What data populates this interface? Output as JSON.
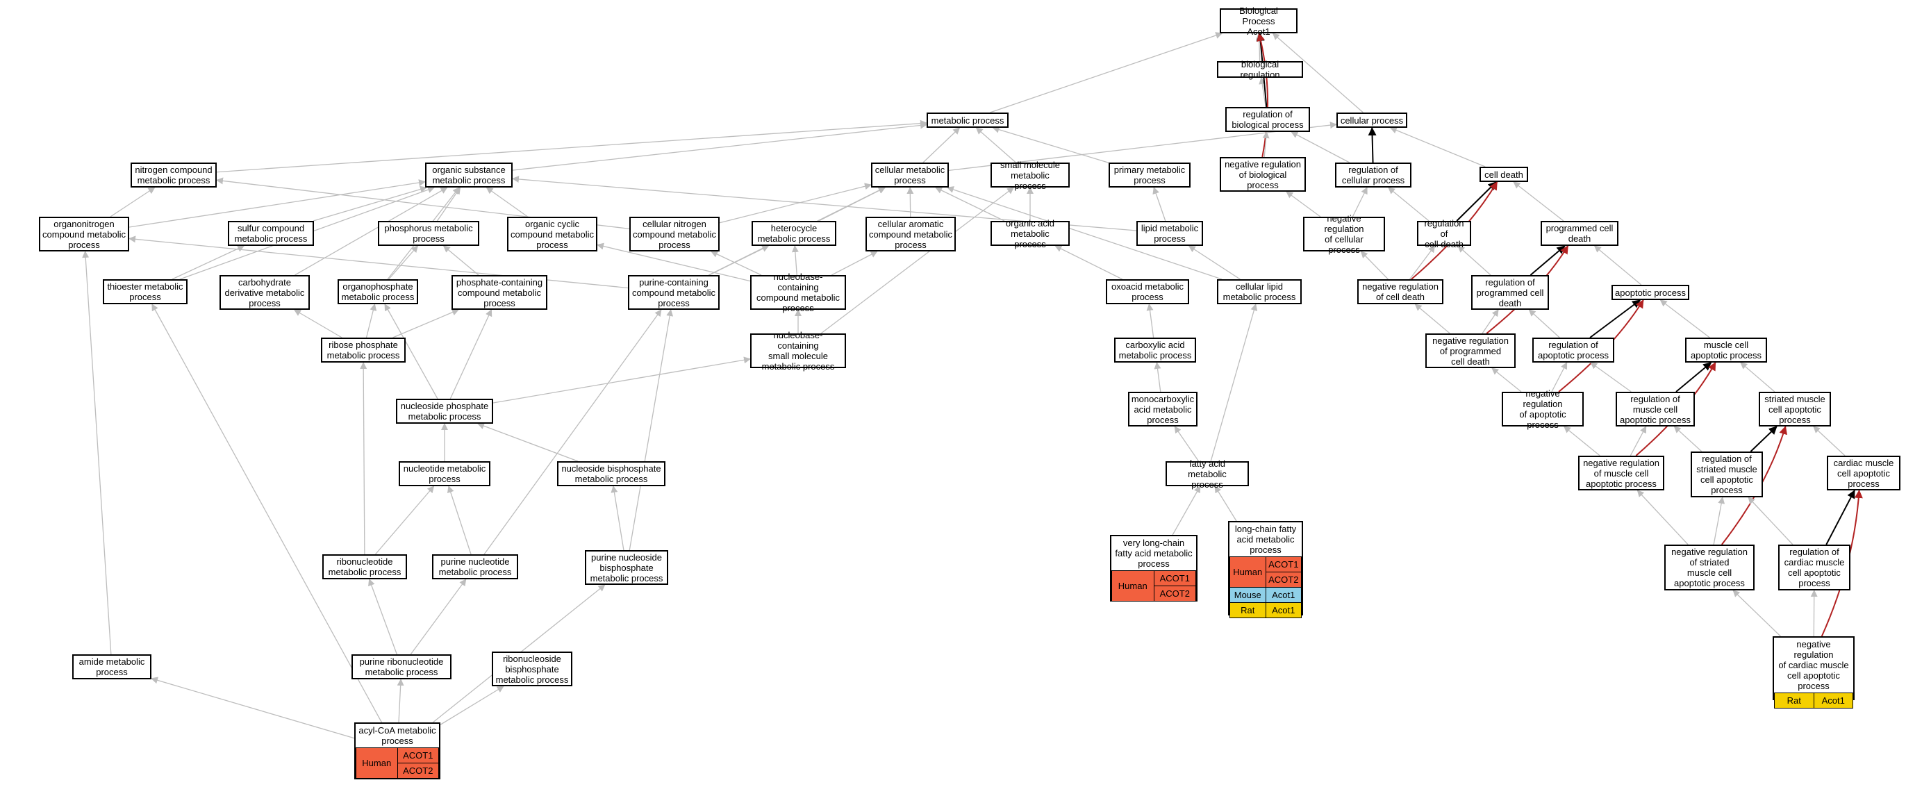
{
  "colors": {
    "edge": "#bdbdbd",
    "edge_dark": "#000000",
    "edge_red": "#b22222",
    "Human": "#f2603e",
    "Mouse": "#8fd0e8",
    "Rat": "#f5d000"
  },
  "nodes": [
    {
      "id": "bp",
      "label": "Biological Process\nAcot1"
    },
    {
      "id": "bioreg",
      "label": "biological regulation"
    },
    {
      "id": "regbio",
      "label": "regulation of\nbiological process"
    },
    {
      "id": "cellproc",
      "label": "cellular process"
    },
    {
      "id": "metab",
      "label": "metabolic process"
    },
    {
      "id": "negbio",
      "label": "negative regulation\nof biological\nprocess"
    },
    {
      "id": "regcell",
      "label": "regulation of\ncellular process"
    },
    {
      "id": "celldeath",
      "label": "cell death"
    },
    {
      "id": "nitro",
      "label": "nitrogen compound\nmetabolic process"
    },
    {
      "id": "orgsub",
      "label": "organic substance\nmetabolic process"
    },
    {
      "id": "cellmet",
      "label": "cellular metabolic\nprocess"
    },
    {
      "id": "smallmol",
      "label": "small molecule\nmetabolic process"
    },
    {
      "id": "primary",
      "label": "primary metabolic\nprocess"
    },
    {
      "id": "negcell",
      "label": "negative regulation\nof cellular\nprocess"
    },
    {
      "id": "regcd",
      "label": "regulation of\ncell death"
    },
    {
      "id": "pcd",
      "label": "programmed cell\ndeath"
    },
    {
      "id": "orgnitro",
      "label": "organonitrogen\ncompound metabolic\nprocess"
    },
    {
      "id": "sulfur",
      "label": "sulfur compound\nmetabolic process"
    },
    {
      "id": "phosph",
      "label": "phosphorus metabolic\nprocess"
    },
    {
      "id": "orgcyc",
      "label": "organic cyclic\ncompound metabolic\nprocess"
    },
    {
      "id": "cellnitro",
      "label": "cellular nitrogen\ncompound metabolic\nprocess"
    },
    {
      "id": "hetero",
      "label": "heterocycle\nmetabolic process"
    },
    {
      "id": "cellarom",
      "label": "cellular aromatic\ncompound metabolic\nprocess"
    },
    {
      "id": "orgacid",
      "label": "organic acid\nmetabolic process"
    },
    {
      "id": "lipid",
      "label": "lipid metabolic\nprocess"
    },
    {
      "id": "negcd",
      "label": "negative regulation\nof cell death"
    },
    {
      "id": "regpcd",
      "label": "regulation of\nprogrammed cell\ndeath"
    },
    {
      "id": "apop",
      "label": "apoptotic process"
    },
    {
      "id": "thioester",
      "label": "thioester metabolic\nprocess"
    },
    {
      "id": "carbo",
      "label": "carbohydrate\nderivative metabolic\nprocess"
    },
    {
      "id": "organoP",
      "label": "organophosphate\nmetabolic process"
    },
    {
      "id": "phoscont",
      "label": "phosphate-containing\ncompound metabolic\nprocess"
    },
    {
      "id": "purinecont",
      "label": "purine-containing\ncompound metabolic\nprocess"
    },
    {
      "id": "nbcomp",
      "label": "nucleobase-containing\ncompound metabolic\nprocess"
    },
    {
      "id": "oxo",
      "label": "oxoacid metabolic\nprocess"
    },
    {
      "id": "celllipid",
      "label": "cellular lipid\nmetabolic process"
    },
    {
      "id": "negpcd",
      "label": "negative regulation\nof programmed\ncell death"
    },
    {
      "id": "regapop",
      "label": "regulation of\napoptotic process"
    },
    {
      "id": "mcap",
      "label": "muscle cell\napoptotic process"
    },
    {
      "id": "ribP",
      "label": "ribose phosphate\nmetabolic process"
    },
    {
      "id": "nbsmall",
      "label": "nucleobase-containing\nsmall molecule\nmetabolic process"
    },
    {
      "id": "carbox",
      "label": "carboxylic acid\nmetabolic process"
    },
    {
      "id": "negapop",
      "label": "negative regulation\nof apoptotic\nprocess"
    },
    {
      "id": "regmcap",
      "label": "regulation of\nmuscle cell\napoptotic process"
    },
    {
      "id": "smcap",
      "label": "striated muscle\ncell apoptotic\nprocess"
    },
    {
      "id": "nucP",
      "label": "nucleoside phosphate\nmetabolic process"
    },
    {
      "id": "monocarb",
      "label": "monocarboxylic\nacid metabolic\nprocess"
    },
    {
      "id": "negmcap",
      "label": "negative regulation\nof muscle cell\napoptotic process"
    },
    {
      "id": "regsmcap",
      "label": "regulation of\nstriated muscle\ncell apoptotic\nprocess"
    },
    {
      "id": "cmcap",
      "label": "cardiac muscle\ncell apoptotic\nprocess"
    },
    {
      "id": "nucleotide",
      "label": "nucleotide metabolic\nprocess"
    },
    {
      "id": "nucbis",
      "label": "nucleoside bisphosphate\nmetabolic process"
    },
    {
      "id": "fatty",
      "label": "fatty acid metabolic\nprocess"
    },
    {
      "id": "ribonuc",
      "label": "ribonucleotide\nmetabolic process"
    },
    {
      "id": "purinenuc",
      "label": "purine nucleotide\nmetabolic process"
    },
    {
      "id": "purinenucbis",
      "label": "purine nucleoside\nbisphosphate\nmetabolic process"
    },
    {
      "id": "negsmcap",
      "label": "negative regulation\nof striated\nmuscle cell\napoptotic process"
    },
    {
      "id": "regcmcap",
      "label": "regulation of\ncardiac muscle\ncell apoptotic\nprocess"
    },
    {
      "id": "amide",
      "label": "amide metabolic\nprocess"
    },
    {
      "id": "purineribo",
      "label": "purine ribonucleotide\nmetabolic process"
    },
    {
      "id": "ribonucbis",
      "label": "ribonucleoside\nbisphosphate\nmetabolic process"
    },
    {
      "id": "vlcfa",
      "label": "very long-chain\nfatty acid metabolic\nprocess",
      "groups": [
        {
          "species": "Human",
          "genes": [
            "ACOT1",
            "ACOT2"
          ]
        }
      ]
    },
    {
      "id": "lcfa",
      "label": "long-chain fatty\nacid metabolic\nprocess",
      "groups": [
        {
          "species": "Human",
          "genes": [
            "ACOT1",
            "ACOT2"
          ]
        },
        {
          "species": "Mouse",
          "genes": [
            "Acot1"
          ]
        },
        {
          "species": "Rat",
          "genes": [
            "Acot1"
          ]
        }
      ]
    },
    {
      "id": "acyl",
      "label": "acyl-CoA metabolic\nprocess",
      "groups": [
        {
          "species": "Human",
          "genes": [
            "ACOT1",
            "ACOT2"
          ]
        }
      ]
    },
    {
      "id": "negcmcap",
      "label": "negative regulation\nof cardiac muscle\ncell apoptotic\nprocess",
      "groups": [
        {
          "species": "Rat",
          "genes": [
            "Acot1"
          ]
        }
      ]
    }
  ],
  "edges": [
    [
      "bioreg",
      "bp",
      "g"
    ],
    [
      "regbio",
      "bioreg",
      "g"
    ],
    [
      "regbio",
      "bp",
      "k"
    ],
    [
      "cellproc",
      "bp",
      "g"
    ],
    [
      "metab",
      "bp",
      "g"
    ],
    [
      "negbio",
      "bp",
      "r"
    ],
    [
      "negbio",
      "regbio",
      "g"
    ],
    [
      "regcell",
      "cellproc",
      "k"
    ],
    [
      "regcell",
      "regbio",
      "g"
    ],
    [
      "celldeath",
      "cellproc",
      "g"
    ],
    [
      "nitro",
      "metab",
      "g"
    ],
    [
      "orgsub",
      "metab",
      "g"
    ],
    [
      "cellmet",
      "metab",
      "g"
    ],
    [
      "cellmet",
      "cellproc",
      "g"
    ],
    [
      "smallmol",
      "metab",
      "g"
    ],
    [
      "primary",
      "metab",
      "g"
    ],
    [
      "negcell",
      "negbio",
      "g"
    ],
    [
      "negcell",
      "regcell",
      "g"
    ],
    [
      "regcd",
      "celldeath",
      "k"
    ],
    [
      "regcd",
      "regcell",
      "g"
    ],
    [
      "pcd",
      "celldeath",
      "g"
    ],
    [
      "orgnitro",
      "nitro",
      "g"
    ],
    [
      "orgnitro",
      "orgsub",
      "g"
    ],
    [
      "sulfur",
      "orgsub",
      "g"
    ],
    [
      "phosph",
      "orgsub",
      "g"
    ],
    [
      "orgcyc",
      "orgsub",
      "g"
    ],
    [
      "cellnitro",
      "nitro",
      "g"
    ],
    [
      "cellnitro",
      "cellmet",
      "g"
    ],
    [
      "hetero",
      "cellmet",
      "g"
    ],
    [
      "cellarom",
      "cellmet",
      "g"
    ],
    [
      "orgacid",
      "smallmol",
      "g"
    ],
    [
      "orgacid",
      "cellmet",
      "g"
    ],
    [
      "lipid",
      "primary",
      "g"
    ],
    [
      "lipid",
      "orgsub",
      "g"
    ],
    [
      "negcd",
      "negcell",
      "g"
    ],
    [
      "negcd",
      "regcd",
      "g"
    ],
    [
      "negcd",
      "celldeath",
      "r"
    ],
    [
      "regpcd",
      "regcd",
      "g"
    ],
    [
      "regpcd",
      "pcd",
      "k"
    ],
    [
      "apop",
      "pcd",
      "g"
    ],
    [
      "thioester",
      "sulfur",
      "g"
    ],
    [
      "thioester",
      "orgsub",
      "g"
    ],
    [
      "carbo",
      "orgsub",
      "g"
    ],
    [
      "organoP",
      "phosph",
      "g"
    ],
    [
      "organoP",
      "orgsub",
      "g"
    ],
    [
      "phoscont",
      "phosph",
      "g"
    ],
    [
      "purinecont",
      "orgnitro",
      "g"
    ],
    [
      "purinecont",
      "hetero",
      "g"
    ],
    [
      "purinecont",
      "cellmet",
      "g"
    ],
    [
      "nbcomp",
      "cellnitro",
      "g"
    ],
    [
      "nbcomp",
      "orgcyc",
      "g"
    ],
    [
      "nbcomp",
      "cellarom",
      "g"
    ],
    [
      "nbcomp",
      "hetero",
      "g"
    ],
    [
      "oxo",
      "orgacid",
      "g"
    ],
    [
      "celllipid",
      "lipid",
      "g"
    ],
    [
      "celllipid",
      "cellmet",
      "g"
    ],
    [
      "negpcd",
      "regpcd",
      "g"
    ],
    [
      "negpcd",
      "negcd",
      "g"
    ],
    [
      "negpcd",
      "pcd",
      "r"
    ],
    [
      "regapop",
      "regpcd",
      "g"
    ],
    [
      "regapop",
      "apop",
      "k"
    ],
    [
      "mcap",
      "apop",
      "g"
    ],
    [
      "ribP",
      "organoP",
      "g"
    ],
    [
      "ribP",
      "carbo",
      "g"
    ],
    [
      "ribP",
      "phoscont",
      "g"
    ],
    [
      "nbsmall",
      "nbcomp",
      "g"
    ],
    [
      "nbsmall",
      "smallmol",
      "g"
    ],
    [
      "carbox",
      "oxo",
      "g"
    ],
    [
      "negapop",
      "regapop",
      "g"
    ],
    [
      "negapop",
      "negpcd",
      "g"
    ],
    [
      "negapop",
      "apop",
      "r"
    ],
    [
      "regmcap",
      "regapop",
      "g"
    ],
    [
      "regmcap",
      "mcap",
      "k"
    ],
    [
      "smcap",
      "mcap",
      "g"
    ],
    [
      "nucP",
      "phoscont",
      "g"
    ],
    [
      "nucP",
      "organoP",
      "g"
    ],
    [
      "nucP",
      "nbsmall",
      "g"
    ],
    [
      "monocarb",
      "carbox",
      "g"
    ],
    [
      "negmcap",
      "regmcap",
      "g"
    ],
    [
      "negmcap",
      "negapop",
      "g"
    ],
    [
      "negmcap",
      "mcap",
      "r"
    ],
    [
      "regsmcap",
      "regmcap",
      "g"
    ],
    [
      "regsmcap",
      "smcap",
      "k"
    ],
    [
      "cmcap",
      "smcap",
      "g"
    ],
    [
      "nucleotide",
      "nucP",
      "g"
    ],
    [
      "nucbis",
      "nucP",
      "g"
    ],
    [
      "fatty",
      "monocarb",
      "g"
    ],
    [
      "fatty",
      "celllipid",
      "g"
    ],
    [
      "ribonuc",
      "nucleotide",
      "g"
    ],
    [
      "ribonuc",
      "ribP",
      "g"
    ],
    [
      "purinenuc",
      "nucleotide",
      "g"
    ],
    [
      "purinenuc",
      "purinecont",
      "g"
    ],
    [
      "purinenucbis",
      "nucbis",
      "g"
    ],
    [
      "purinenucbis",
      "purinecont",
      "g"
    ],
    [
      "negsmcap",
      "regsmcap",
      "g"
    ],
    [
      "negsmcap",
      "negmcap",
      "g"
    ],
    [
      "negsmcap",
      "smcap",
      "r"
    ],
    [
      "regcmcap",
      "regsmcap",
      "g"
    ],
    [
      "regcmcap",
      "cmcap",
      "k"
    ],
    [
      "amide",
      "orgnitro",
      "g"
    ],
    [
      "purineribo",
      "ribonuc",
      "g"
    ],
    [
      "purineribo",
      "purinenuc",
      "g"
    ],
    [
      "vlcfa",
      "fatty",
      "g"
    ],
    [
      "lcfa",
      "fatty",
      "g"
    ],
    [
      "acyl",
      "amide",
      "g"
    ],
    [
      "acyl",
      "purineribo",
      "g"
    ],
    [
      "acyl",
      "ribonucbis",
      "g"
    ],
    [
      "acyl",
      "purinenucbis",
      "g"
    ],
    [
      "acyl",
      "thioester",
      "g"
    ],
    [
      "negcmcap",
      "regcmcap",
      "g"
    ],
    [
      "negcmcap",
      "negsmcap",
      "g"
    ],
    [
      "negcmcap",
      "cmcap",
      "r"
    ]
  ]
}
